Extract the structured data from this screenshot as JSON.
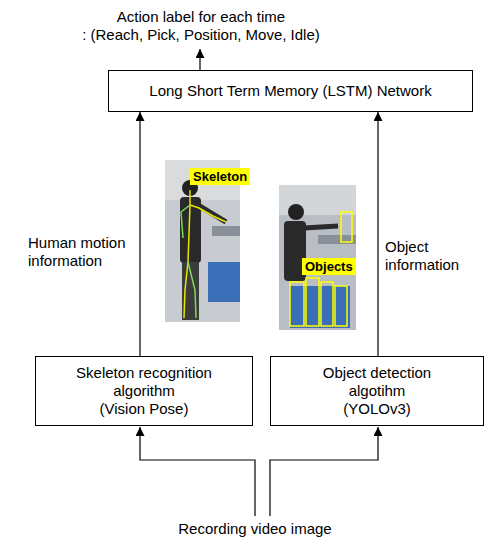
{
  "diagram": {
    "nodes": [
      {
        "text": [
          "Long Short Term Memory (LSTM) Network"
        ]
      },
      {
        "text": [
          "Skeleton"
        ]
      },
      {
        "text": [
          "Objects"
        ]
      },
      {
        "text": [
          "Skeleton recognition algorithm",
          "(Vision Pose)"
        ]
      },
      {
        "text": [
          "Object detection algotihm",
          "(YOLOv3)"
        ]
      }
    ],
    "edges": [
      {
        "from": 3,
        "to": 0,
        "arrow": "to",
        "label": "Human motion information"
      },
      {
        "from": 4,
        "to": 0,
        "arrow": "to",
        "label": "Object information"
      }
    ],
    "labels": [
      "Action label for each time",
      ": (Reach, Pick, Position, Move, Idle)",
      "Recording video image"
    ]
  }
}
